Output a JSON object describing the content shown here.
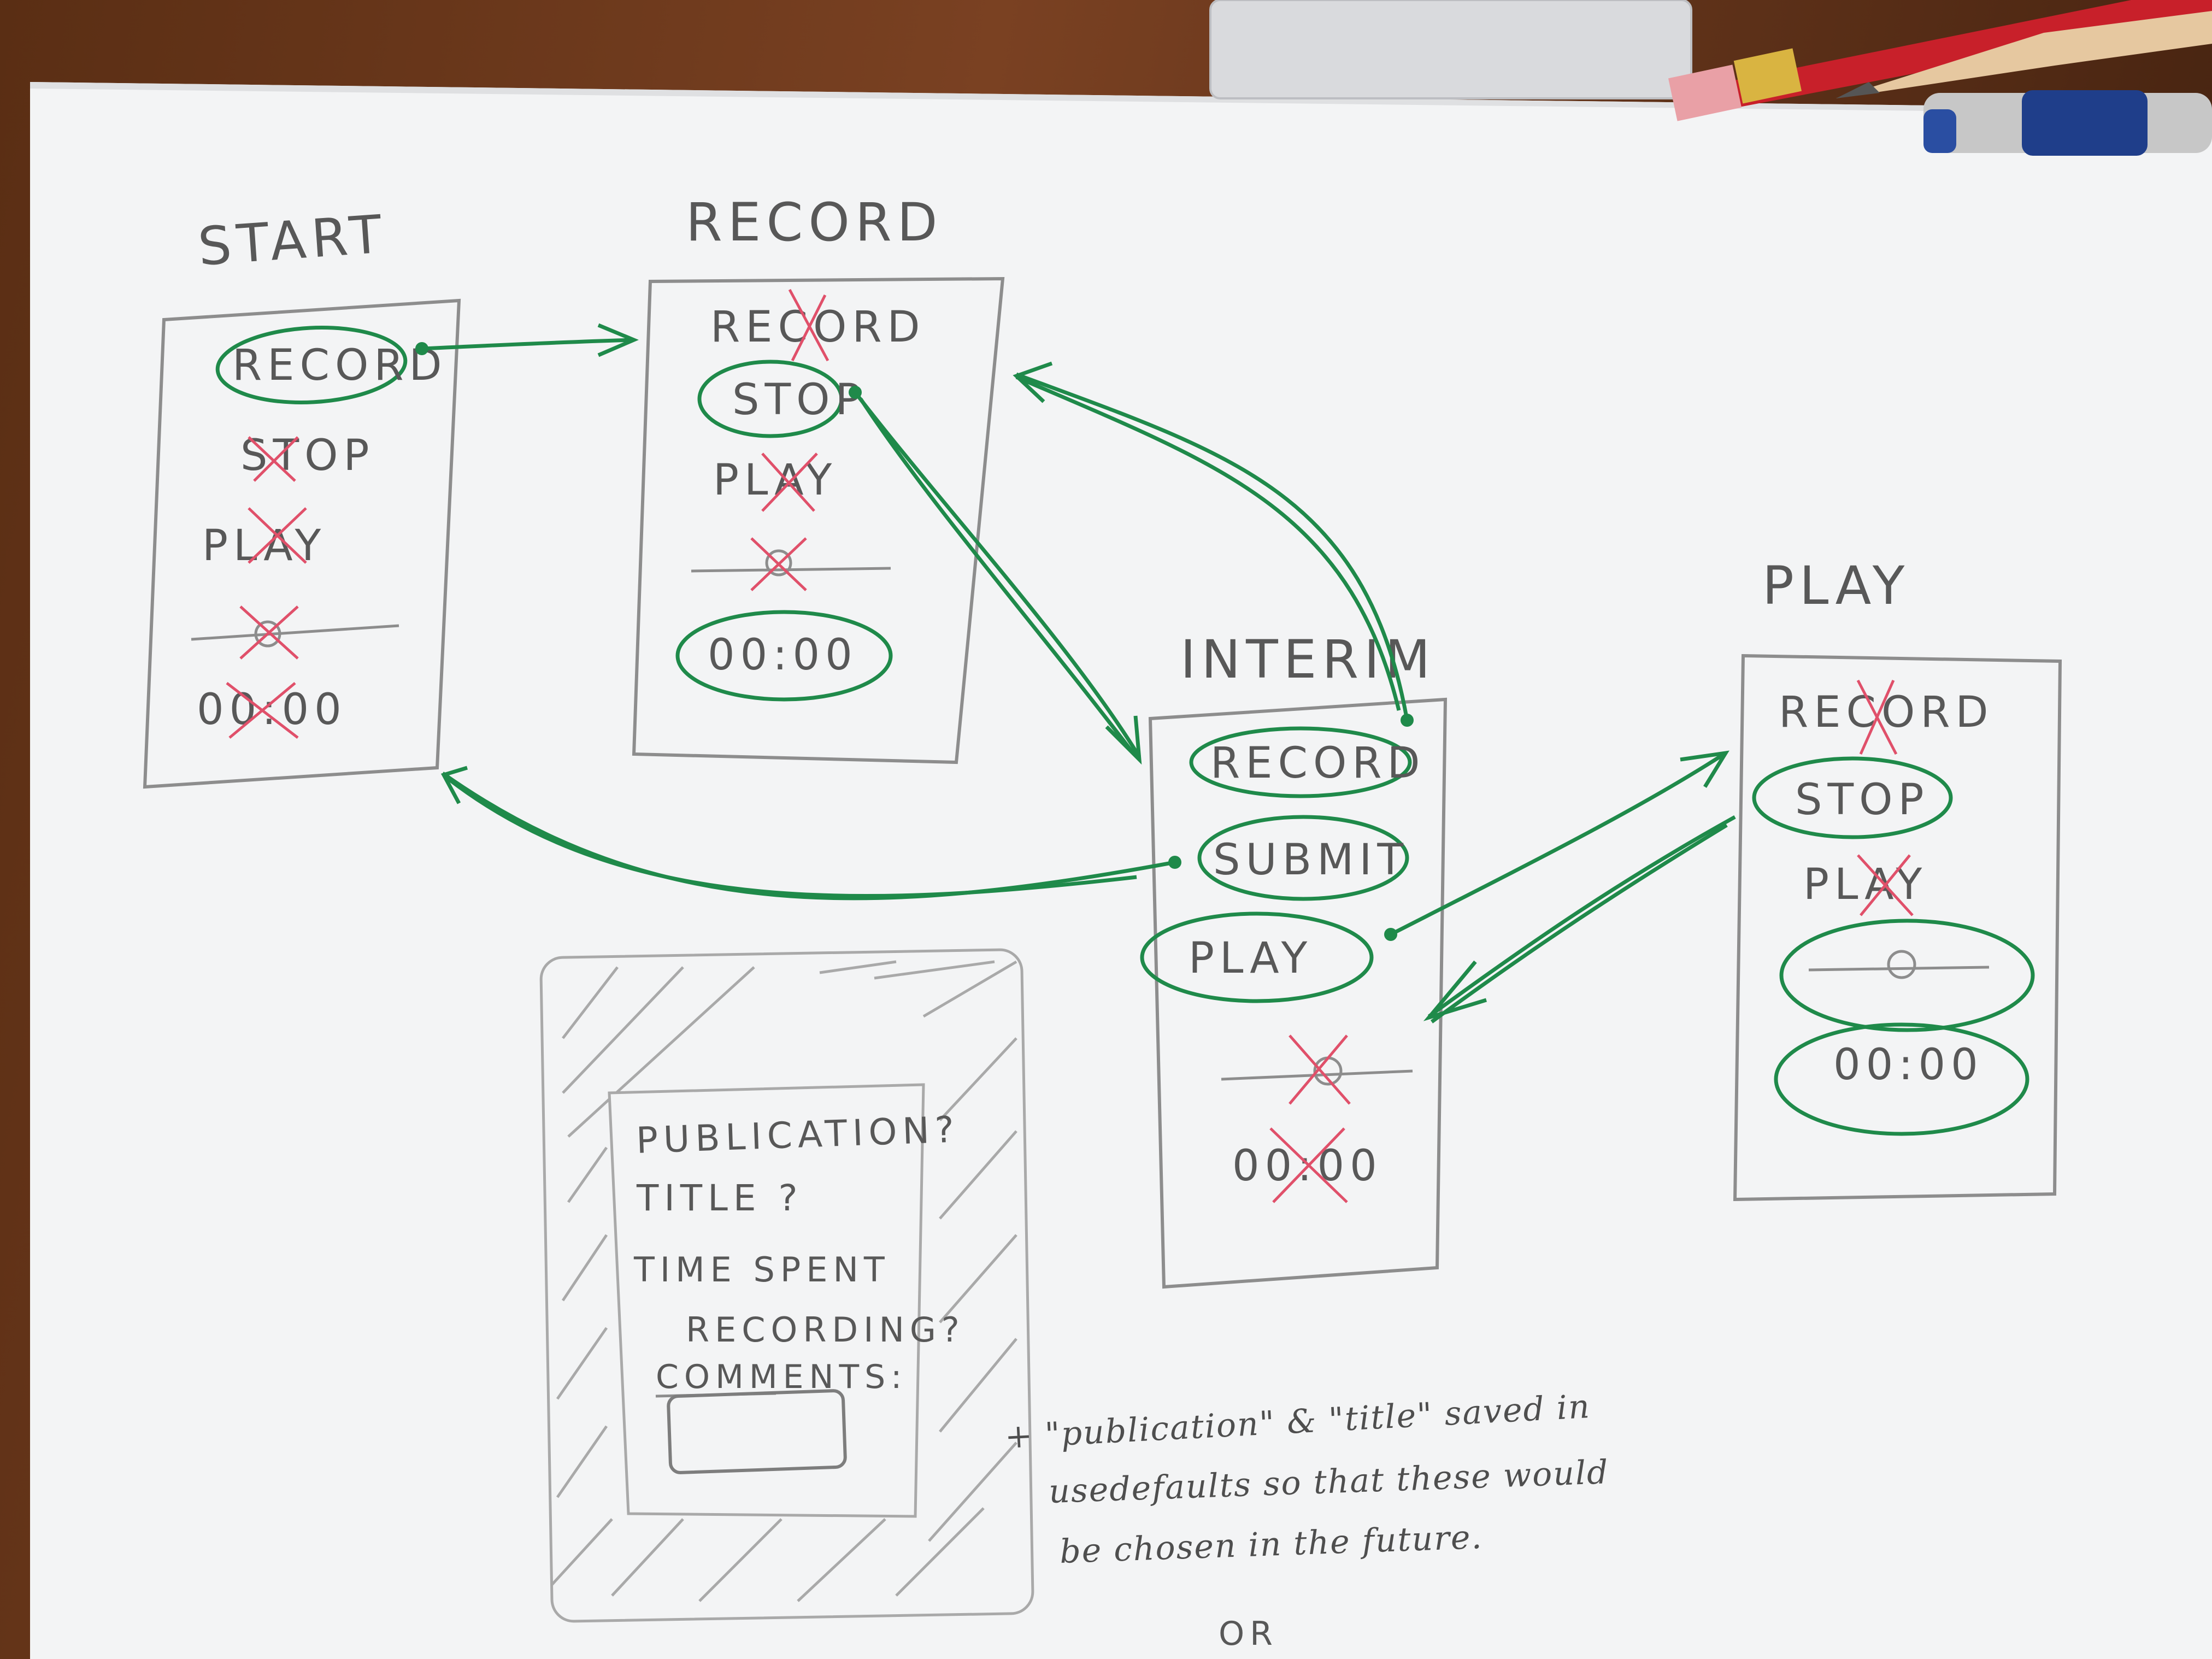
{
  "screens": {
    "start": {
      "title": "START",
      "record": "RECORD",
      "stop": "STOP",
      "play": "PLAY",
      "time": "00:00"
    },
    "record": {
      "title": "RECORD",
      "record": "RECORD",
      "stop": "STOP",
      "play": "PLAY",
      "time": "00:00"
    },
    "interim": {
      "title": "INTERIM",
      "record": "RECORD",
      "submit": "SUBMIT",
      "play": "PLAY",
      "time": "00:00"
    },
    "play": {
      "title": "PLAY",
      "record": "RECORD",
      "stop": "STOP",
      "play": "PLAY",
      "time": "00:00"
    }
  },
  "dialog": {
    "publication": "PUBLICATION?",
    "title": "TITLE ?",
    "time_spent_1": "TIME SPENT",
    "time_spent_2": "RECORDING?",
    "comments": "COMMENTS:"
  },
  "note": {
    "line1": "+ \"publication\" & \"title\" saved in",
    "line2": "usedefaults so that these would",
    "line3": "be chosen in the future."
  },
  "footer": "OR",
  "colors": {
    "pencil": "#585858",
    "green_pen": "#1f8a4a",
    "red_pen": "#e0506a",
    "paper": "#f4f5f6"
  }
}
